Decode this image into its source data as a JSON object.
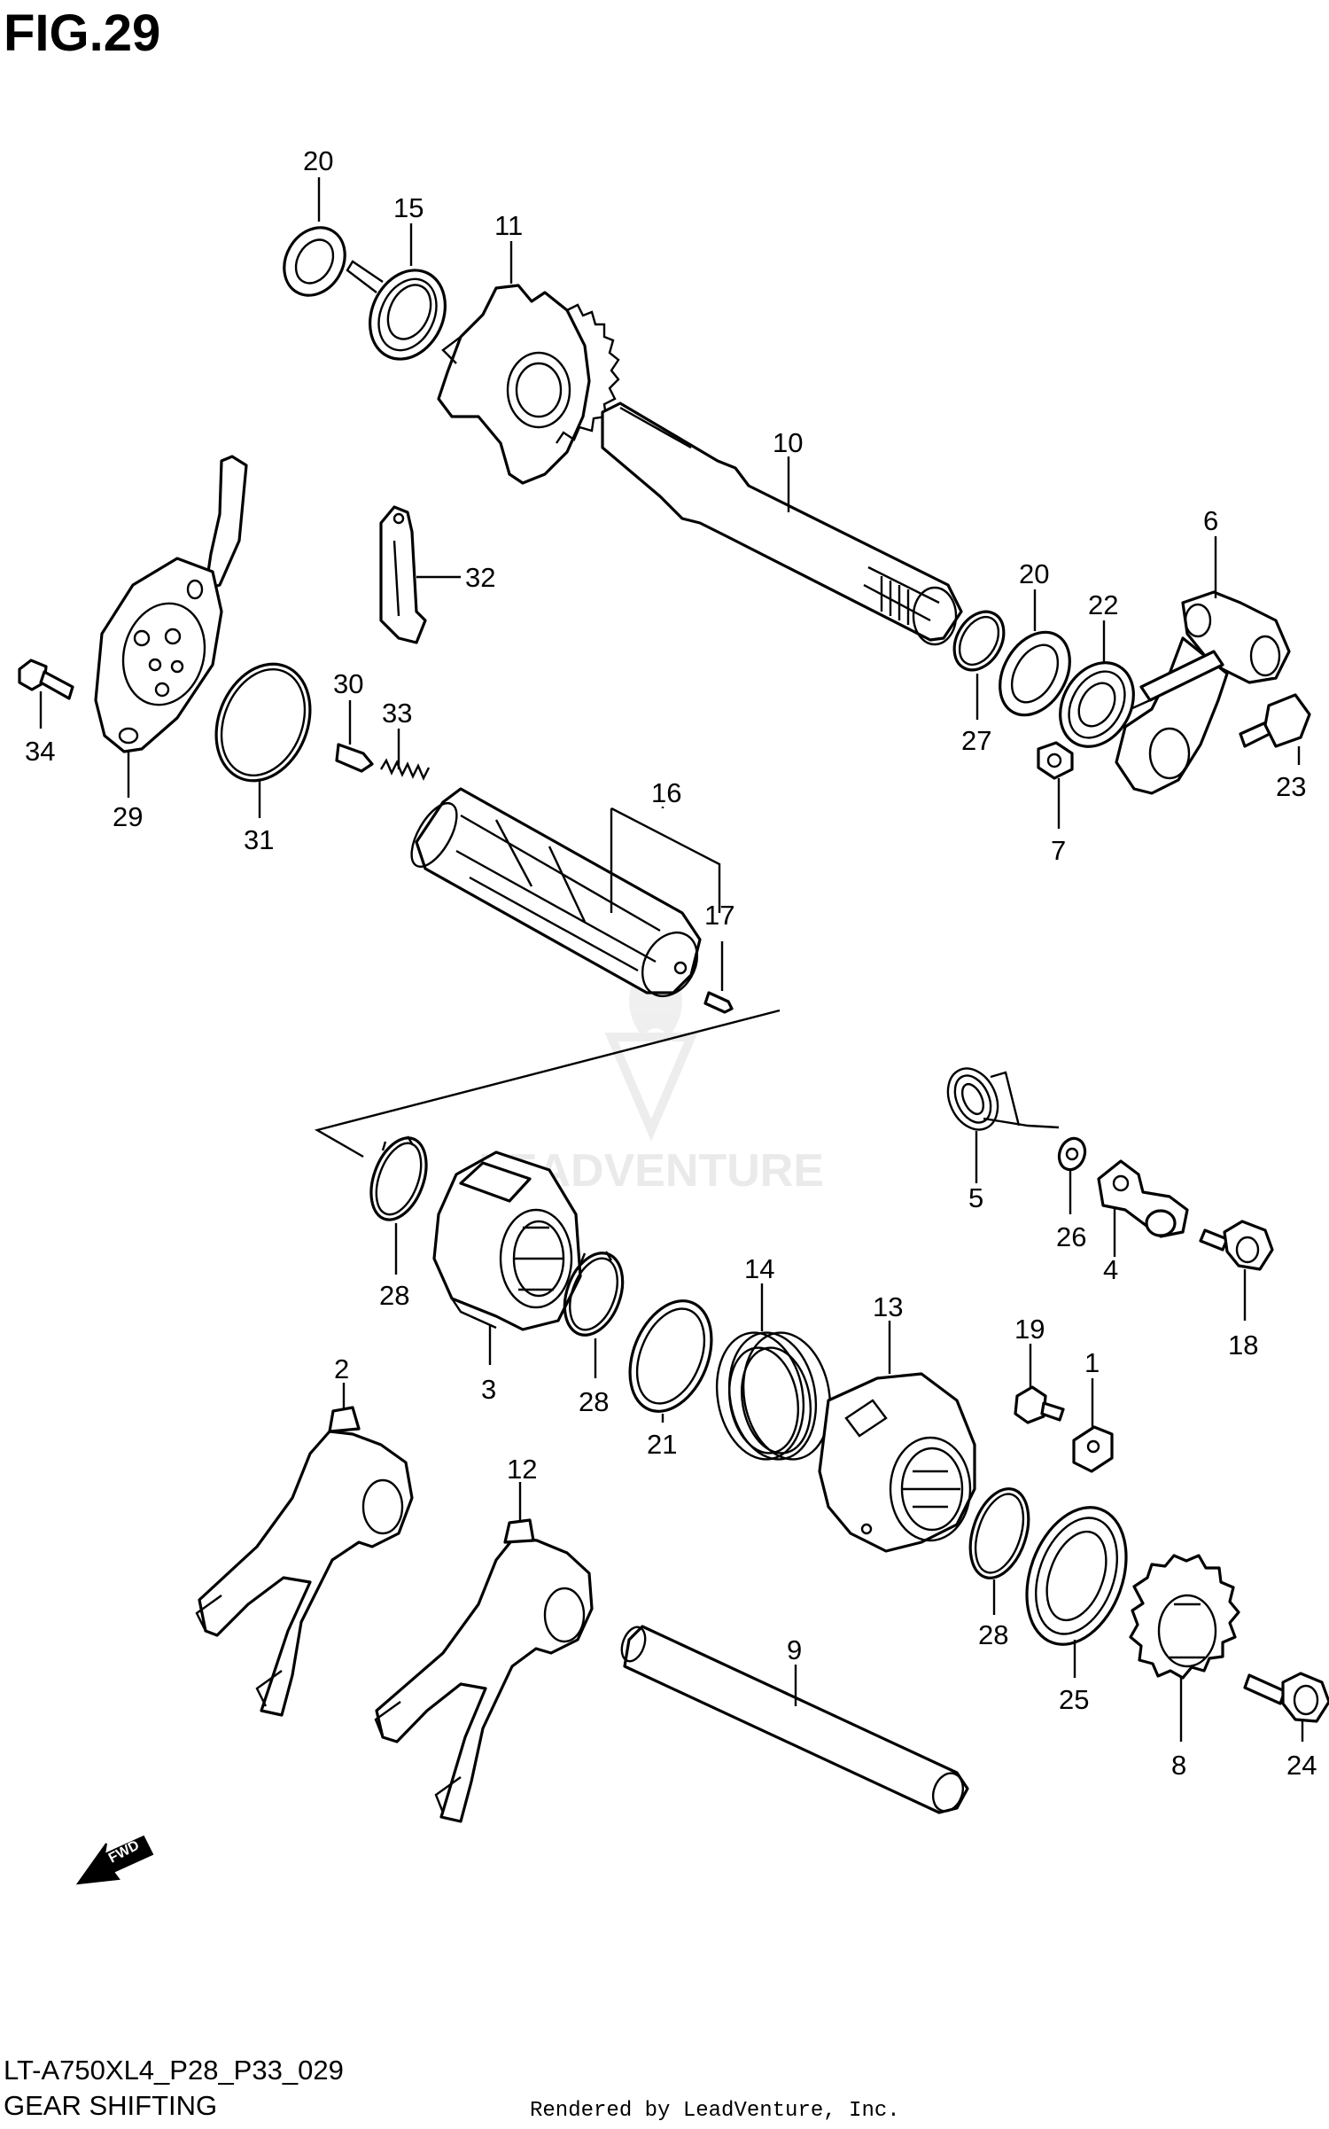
{
  "header": {
    "figure_title": "FIG.29"
  },
  "footer": {
    "model_code": "LT-A750XL4_P28_P33_029",
    "section_title": "GEAR SHIFTING",
    "rendered_by": "Rendered by LeadVenture, Inc."
  },
  "watermark": {
    "text": "LEADVENTURE"
  },
  "fwd_arrow": {
    "label": "FWD"
  },
  "callouts": {
    "c1": "1",
    "c2": "2",
    "c3": "3",
    "c4": "4",
    "c5": "5",
    "c6": "6",
    "c7": "7",
    "c8": "8",
    "c9": "9",
    "c10": "10",
    "c11": "11",
    "c12": "12",
    "c13": "13",
    "c14": "14",
    "c15": "15",
    "c16": "16",
    "c17": "17",
    "c18": "18",
    "c19": "19",
    "c20a": "20",
    "c20b": "20",
    "c21": "21",
    "c22": "22",
    "c23": "23",
    "c24": "24",
    "c25": "25",
    "c26": "26",
    "c27": "27",
    "c28a": "28",
    "c28b": "28",
    "c28c": "28",
    "c29": "29",
    "c30": "30",
    "c31": "31",
    "c32": "32",
    "c33": "33",
    "c34": "34"
  },
  "colors": {
    "line": "#000000",
    "background": "#ffffff",
    "watermark": "#d9d9d9"
  }
}
